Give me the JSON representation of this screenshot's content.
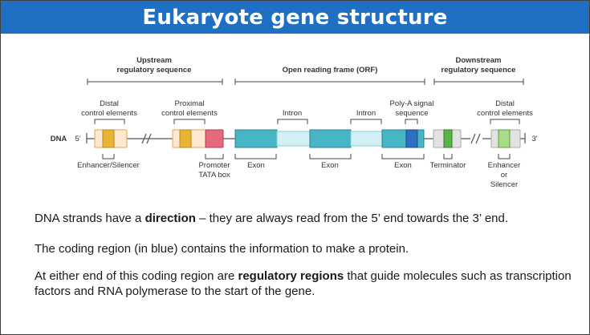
{
  "title": "Eukaryote gene structure",
  "diagram": {
    "upstream_line1": "Upstream",
    "upstream_line2": "regulatory sequence",
    "orf": "Open reading frame (ORF)",
    "downstream_line1": "Downstream",
    "downstream_line2": "regulatory sequence",
    "distal_l_line1": "Distal",
    "distal_l_line2": "control elements",
    "proximal_line1": "Proximal",
    "proximal_line2": "control elements",
    "intron1": "Intron",
    "intron2": "Intron",
    "polya_line1": "Poly-A signal",
    "polya_line2": "sequence",
    "distal_r_line1": "Distal",
    "distal_r_line2": "control elements",
    "dna": "DNA",
    "five_prime": "5'",
    "three_prime": "3'",
    "enhancer_silencer": "Enhancer/Silencer",
    "promoter": "Promoter",
    "tata": "TATA box",
    "exon1": "Exon",
    "exon2": "Exon",
    "exon3": "Exon",
    "terminator": "Terminator",
    "enh_r_line1": "Enhancer",
    "enh_r_line2": "or",
    "enh_r_line3": "Silencer",
    "colors": {
      "enhancer_fill": "#fde9d2",
      "enhancer_box": "#e6b430",
      "promoter_box": "#e46a7a",
      "exon": "#48b5c4",
      "intron": "#d3f1f4",
      "polya": "#2f6fc2",
      "terminator_fill": "#e2e2e2",
      "terminator_box": "#57b548",
      "enhancer_r_box": "#a8dc86"
    }
  },
  "body": {
    "p1_pre": "DNA strands have a ",
    "p1_bold": "direction",
    "p1_post": " – they are always read from the 5’ end towards the 3’ end.",
    "p2": "The coding region (in blue) contains the information to make a protein.",
    "p3_pre": "At either end of this coding region are ",
    "p3_bold": "regulatory regions",
    "p3_post": " that guide molecules such as transcription factors and RNA polymerase to the start of the gene."
  }
}
